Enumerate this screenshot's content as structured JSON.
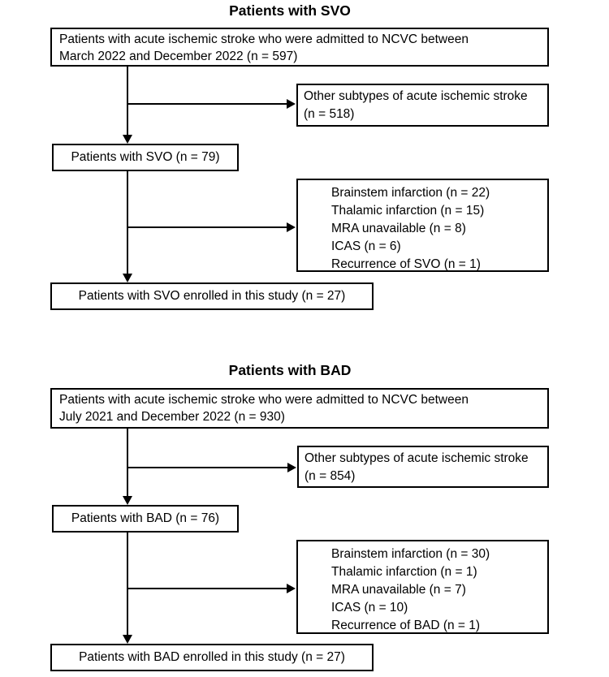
{
  "colors": {
    "background": "#ffffff",
    "line": "#000000",
    "text": "#000000"
  },
  "sections": [
    {
      "title": "Patients with SVO",
      "source_box_lines": [
        "Patients with acute ischemic stroke who were admitted to NCVC between",
        "March 2022 and December 2022 (n = 597)"
      ],
      "other_subtypes_lines": [
        "Other subtypes of acute ischemic stroke",
        "(n = 518)"
      ],
      "subgroup_label": "Patients with SVO (n = 79)",
      "exclusion_lines": [
        "Brainstem infarction (n = 22)",
        "Thalamic infarction (n = 15)",
        "MRA unavailable (n = 8)",
        "ICAS (n = 6)",
        "Recurrence of SVO (n = 1)"
      ],
      "enrolled_label": "Patients with SVO enrolled in this study (n = 27)"
    },
    {
      "title": "Patients with BAD",
      "source_box_lines": [
        "Patients with acute ischemic stroke who were admitted to NCVC between",
        "July 2021 and December 2022 (n = 930)"
      ],
      "other_subtypes_lines": [
        "Other subtypes of acute ischemic stroke",
        "(n = 854)"
      ],
      "subgroup_label": "Patients with BAD (n = 76)",
      "exclusion_lines": [
        "Brainstem infarction (n = 30)",
        "Thalamic infarction (n = 1)",
        "MRA unavailable (n = 7)",
        "ICAS (n = 10)",
        "Recurrence of BAD (n = 1)"
      ],
      "enrolled_label": "Patients with BAD enrolled in this study (n = 27)"
    }
  ]
}
